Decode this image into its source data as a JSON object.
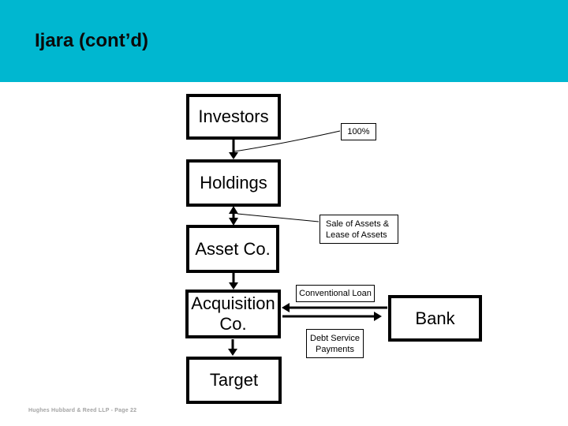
{
  "colors": {
    "header-bg": "#00b7d0",
    "slide-bg": "#ffffff",
    "box-border": "#000000",
    "footer-text": "#a3a3a3"
  },
  "slide": {
    "title": "Ijara (cont’d)",
    "footer": "Hughes Hubbard & Reed LLP  -  Page 22"
  },
  "diagram": {
    "nodes": {
      "investors": "Investors",
      "holdings": "Holdings",
      "asset_co": "Asset Co.",
      "acquisition_co": {
        "line1": "Acquisition",
        "line2": "Co."
      },
      "target": "Target",
      "bank": "Bank"
    },
    "callouts": {
      "ownership": "100%",
      "sale_lease": {
        "line1": "Sale of Assets &",
        "line2": "Lease of Assets"
      },
      "conventional_loan": "Conventional Loan",
      "debt_service": {
        "line1": "Debt Service",
        "line2": "Payments"
      }
    },
    "relations": [
      {
        "from": "Investors",
        "to": "Holdings",
        "direction": "down",
        "label": "100%"
      },
      {
        "from": "Holdings",
        "to": "Asset Co.",
        "direction": "both",
        "label": "Sale of Assets & Lease of Assets"
      },
      {
        "from": "Asset Co.",
        "to": "Acquisition Co.",
        "direction": "down",
        "label": ""
      },
      {
        "from": "Acquisition Co.",
        "to": "Target",
        "direction": "down",
        "label": ""
      },
      {
        "from": "Bank",
        "to": "Acquisition Co.",
        "direction": "left",
        "label": "Conventional Loan"
      },
      {
        "from": "Acquisition Co.",
        "to": "Bank",
        "direction": "right",
        "label": "Debt Service Payments"
      }
    ]
  }
}
